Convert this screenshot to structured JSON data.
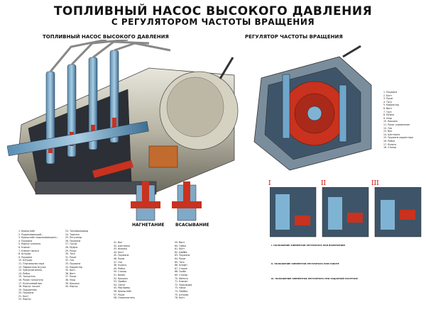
{
  "title": {
    "line1": "ТОПЛИВНЫЙ НАСОС ВЫСОКОГО ДАВЛЕНИЯ",
    "line2": "С РЕГУЛЯТОРОМ ЧАСТОТЫ ВРАЩЕНИЯ"
  },
  "sections": {
    "pump": "ТОПЛИВНЫЙ НАСОС ВЫСОКОГО ДАВЛЕНИЯ",
    "regulator": "РЕГУЛЯТОР ЧАСТОТЫ ВРАЩЕНИЯ"
  },
  "phases": {
    "injection": "НАГНЕТАНИЕ",
    "suction": "ВСАСЫВАНИЕ"
  },
  "positions": [
    "I",
    "II",
    "III"
  ],
  "legend_col1": [
    "1. Кронштейн",
    "2. Подкачивающий...",
    "3. Кронштейн подкачивающего...",
    "4. Пружина",
    "5. Корпус клапана",
    "6. Клапан",
    "7. Клапан насоса",
    "8. Штуцер",
    "9. Пружина",
    "10. Штуцер",
    "11. Плунжерная пара",
    "12. Поворотная втулка",
    "13. Зубчатый венец",
    "14. Рейка",
    "15. Толкатель",
    "16. Ролик толкателя",
    "17. Кулачковый вал",
    "18. Корпус насоса",
    "19. Подшипник",
    "20. Пружина",
    "21. Болт",
    "22. Корпус"
  ],
  "legend_col2": [
    "23. Топливопровод",
    "24. Тарелка",
    "25. Регулятор",
    "26. Пружина",
    "27. Грузы",
    "28. Муфта",
    "29. Рычаг",
    "30. Тяга",
    "31. Рычаг",
    "32. Ось",
    "33. Пружина",
    "34. Корректор",
    "35. Болт",
    "36. Винт",
    "37. Рычаг",
    "38. Упор",
    "39. Крышка",
    "40. Корпус"
  ],
  "legend_col3": [
    "41. Вал",
    "42. Шестерня",
    "43. Фланец",
    "44. Болт",
    "45. Пружина",
    "46. Рычаг",
    "47. Ось",
    "48. Кулиса",
    "49. Рейка",
    "50. Стопор",
    "51. Валик",
    "52. Крышка",
    "53. Пробка",
    "54. Сапун",
    "55. Масломер",
    "56. Кронштейн",
    "57. Рычаг",
    "58. Ограничитель"
  ],
  "legend_col4": [
    "59. Винт",
    "60. Гайка",
    "61. Болт",
    "62. Шайба",
    "63. Пружина",
    "64. Рычаг",
    "65. Тяга",
    "66. Штифт",
    "67. Стакан",
    "68. Скоба",
    "69. Стопор",
    "70. Фильтр",
    "71. Клапан",
    "72. Прокладка",
    "73. Насос",
    "74. Пробка",
    "75. Штуцер",
    "76. Болт"
  ],
  "legend_right": [
    "1. Пружина",
    "2. Болт",
    "3. Рычаг",
    "4. Тяга",
    "5. Корректор",
    "6. Винт",
    "7. Груз",
    "8. Муфта",
    "9. Упор",
    "10. Крышка",
    "11. Рычаг управления",
    "12. Ось",
    "13. Вал",
    "14. Шестерня",
    "15. Пружина корректора",
    "16. Рейка",
    "17. Кулиса",
    "18. Стопор"
  ],
  "para_text": [
    "I. ПОЛОЖЕНИЕ ЭЛЕМЕНТОВ РЕГУЛЯТОРА ПРИ ВКЛЮЧЕНИИ",
    "II. ПОЛОЖЕНИЕ ЭЛЕМЕНТОВ РЕГУЛЯТОРА ПРИ РАБОТЕ",
    "III. ПОЛОЖЕНИЕ ЭЛЕМЕНТОВ РЕГУЛЯТОРА ПРИ ЗАДАННОЙ НАГРУЗКЕ"
  ]
}
